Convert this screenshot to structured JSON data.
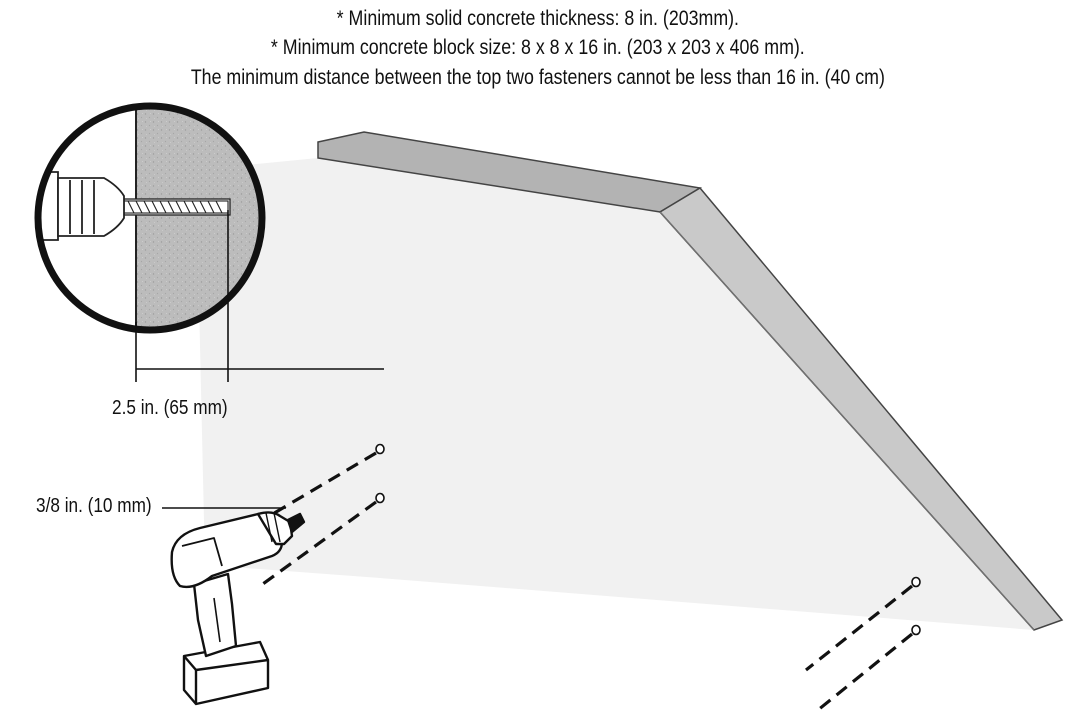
{
  "notes": {
    "solid_concrete": "* Minimum solid concrete thickness: 8 in. (203mm).",
    "block_size": "* Minimum concrete block size: 8 x 8 x 16 in. (203 x 203 x 406 mm).",
    "fastener_distance": "The minimum distance between the top two fasteners cannot be less than 16 in. (40 cm)"
  },
  "dimensions": {
    "drill_depth": "2.5 in. (65 mm)",
    "bit_diameter": "3/8 in. (10 mm)"
  },
  "colors": {
    "wall_face": "#f1f1f1",
    "wall_edge": "#c9c9c9",
    "wall_edge_top": "#b3b3b3",
    "concrete": "#bdbdbd",
    "outline": "#111111"
  },
  "icons": {
    "drill": "cordless-drill-icon",
    "magnifier": "magnified-drill-hole-icon"
  }
}
